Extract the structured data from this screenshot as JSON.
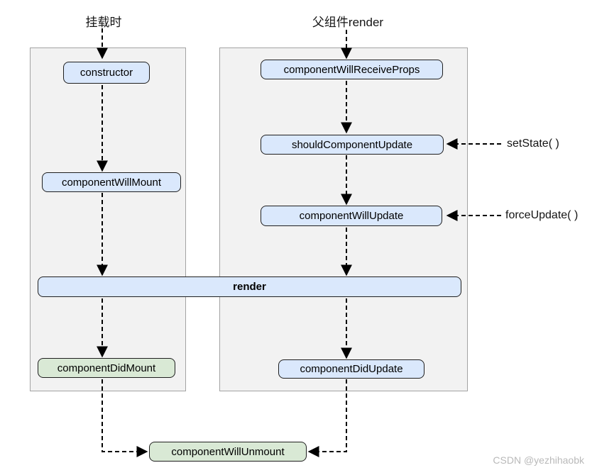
{
  "diagram": {
    "titles": {
      "mount": "挂载时",
      "parent_render": "父组件render"
    },
    "nodes": {
      "constructor": "constructor",
      "component_will_mount": "componentWillMount",
      "component_did_mount": "componentDidMount",
      "component_will_receive_props": "componentWillReceiveProps",
      "should_component_update": "shouldComponentUpdate",
      "component_will_update": "componentWillUpdate",
      "render": "render",
      "component_did_update": "componentDidUpdate",
      "component_will_unmount": "componentWillUnmount"
    },
    "annotations": {
      "set_state": "setState( )",
      "force_update": "forceUpdate( )"
    },
    "colors": {
      "node_blue_fill": "#dae8fc",
      "node_green_fill": "#d9e9d5",
      "node_border": "#1f1f1f",
      "panel_fill": "#f2f2f2",
      "panel_border": "#a3a3a3",
      "arrow": "#000000",
      "watermark_text": "#b9b9b9"
    },
    "watermark": "CSDN @yezhihaobk"
  }
}
